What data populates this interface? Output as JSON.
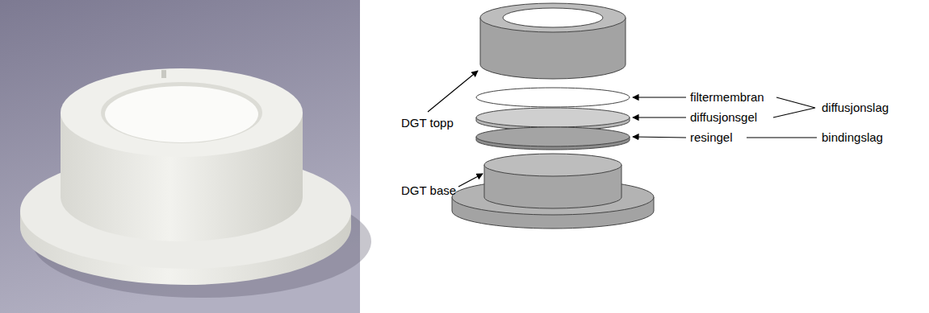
{
  "diagram": {
    "labels": [
      "DGT topp",
      "filtermembran",
      "diffusjonslag",
      "diffusjonsgel",
      "DGT base",
      "resingel",
      "bindingslag"
    ]
  }
}
